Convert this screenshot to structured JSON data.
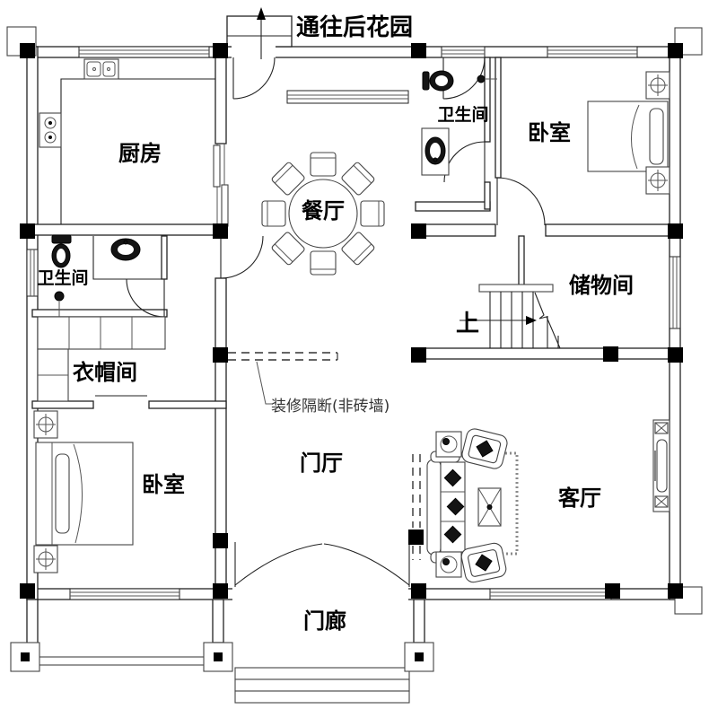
{
  "colors": {
    "line": "#222222",
    "column": "#000000",
    "background": "#ffffff",
    "furniture": "#444444",
    "annotation": "#333333"
  },
  "rooms": {
    "kitchen": {
      "label": "厨房"
    },
    "dining": {
      "label": "餐厅"
    },
    "bathroom_top": {
      "label": "卫生间"
    },
    "bedroom_right": {
      "label": "卧室"
    },
    "bathroom_left": {
      "label": "卫生间"
    },
    "storage": {
      "label": "储物间"
    },
    "cloakroom": {
      "label": "衣帽间"
    },
    "bedroom_left": {
      "label": "卧室"
    },
    "foyer": {
      "label": "门厅"
    },
    "living_room": {
      "label": "客厅"
    },
    "porch": {
      "label": "门廊"
    }
  },
  "annotations": {
    "garden_exit": {
      "label": "通往后花园"
    },
    "stairs_up": {
      "label": "上"
    },
    "partition_note": {
      "label": "装修隔断(非砖墙)"
    }
  }
}
